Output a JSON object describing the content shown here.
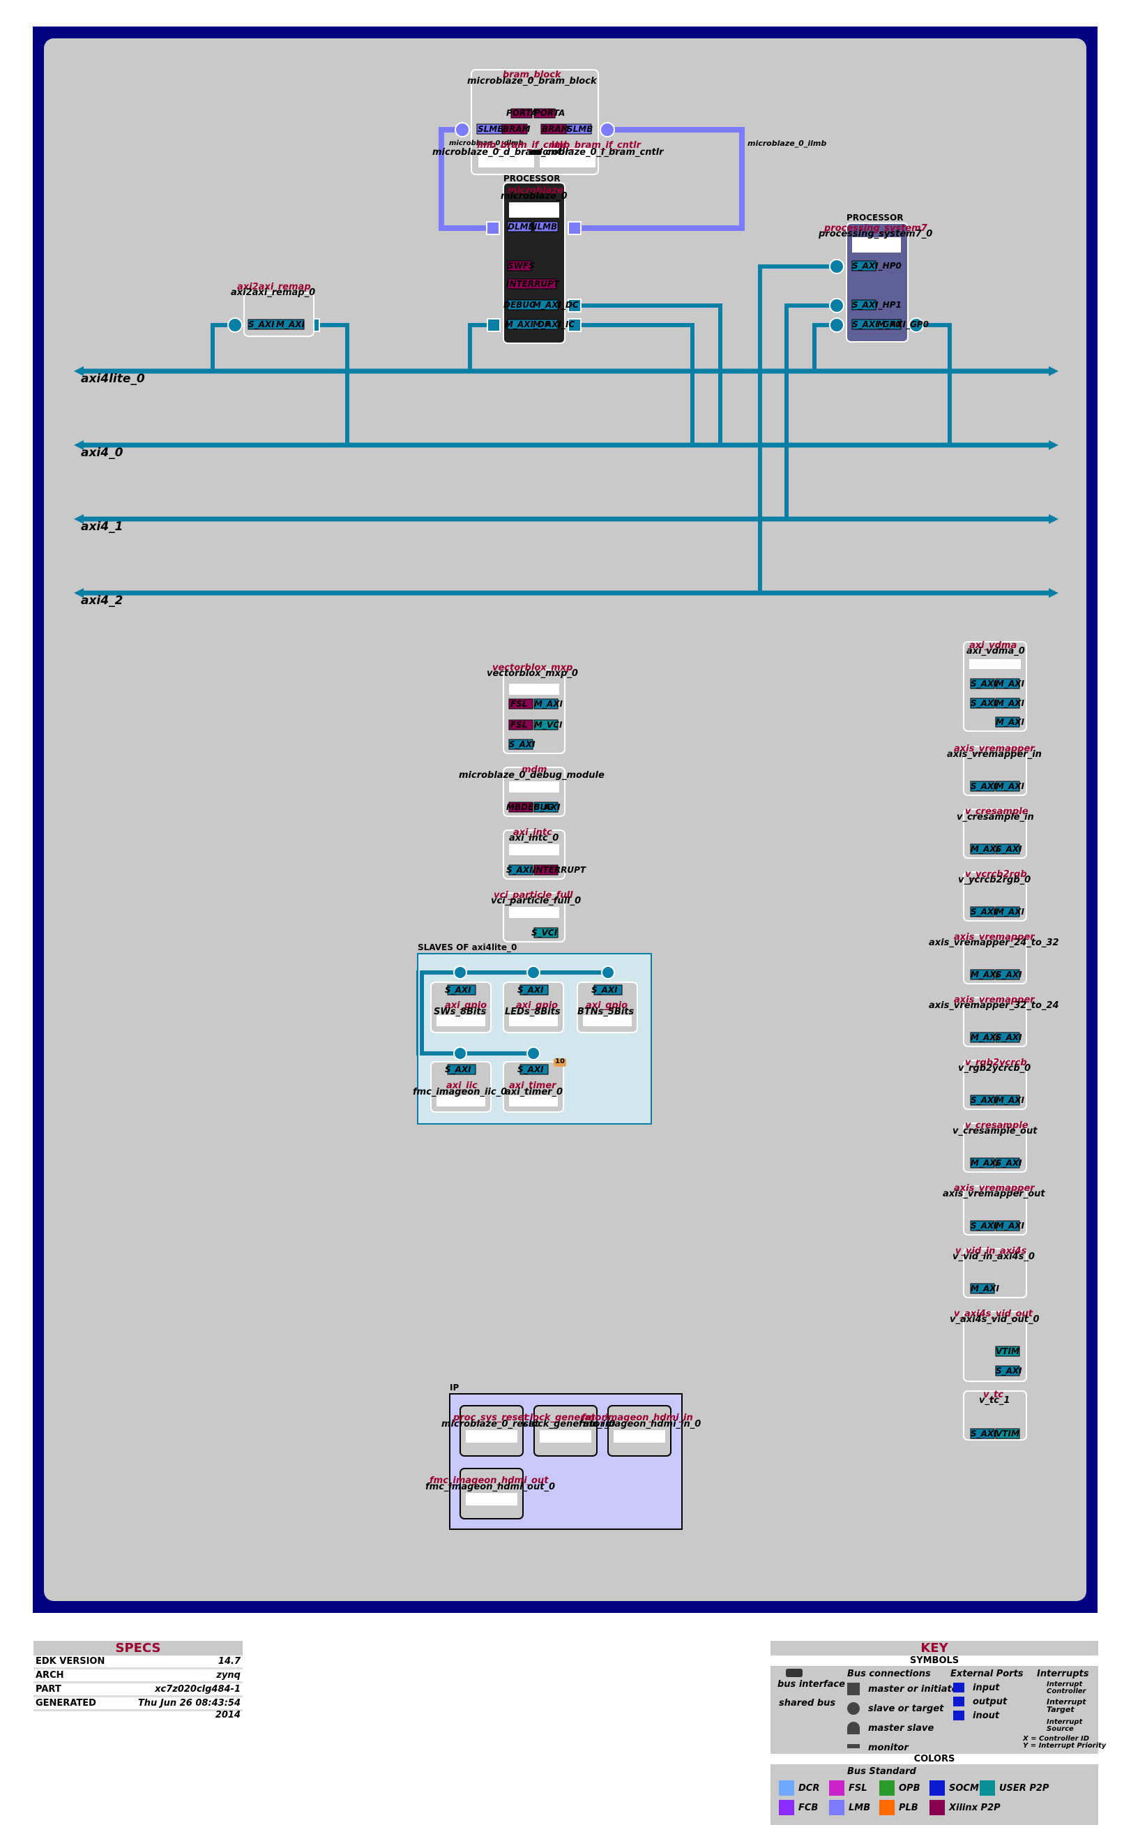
{
  "buses": {
    "axi4lite_0": "axi4lite_0",
    "axi4_0": "axi4_0",
    "axi4_1": "axi4_1",
    "axi4_2": "axi4_2",
    "ilmb": "microblaze_0_ilmb",
    "dlmb": "microblaze_0_dlmb"
  },
  "blocks": {
    "bram_block": {
      "type": "bram_block",
      "name": "microblaze_0_bram_block",
      "ports": [
        "PORTA",
        "PORTA"
      ]
    },
    "d_bram_cntlr": {
      "type": "lmb_bram_if_cntlr",
      "name": "microblaze_0_d_bram_cntlr",
      "ports": [
        "SLMB",
        "BRAM"
      ]
    },
    "i_bram_cntlr": {
      "type": "lmb_bram_if_cntlr",
      "name": "microblaze_0_i_bram_cntlr",
      "ports": [
        "BRAM",
        "SLMB"
      ]
    },
    "microblaze": {
      "header": "PROCESSOR",
      "type": "microblaze",
      "name": "microblaze_0",
      "ports": [
        "DLMB",
        "ILMB",
        "SWFS",
        "INTERRUPT",
        "DEBUG",
        "M_AXI_DC",
        "M_AXI_DP",
        "M_AXI_IC"
      ]
    },
    "ps7": {
      "header": "PROCESSOR",
      "type": "processing_system7",
      "name": "processing_system7_0",
      "ports": [
        "S_AXI_HP0",
        "S_AXI_HP1",
        "S_AXI_GP0",
        "M_AXI_GP0"
      ]
    },
    "remap": {
      "type": "axi2axi_remap",
      "name": "axi2axi_remap_0",
      "ports": [
        "S_AXI",
        "M_AXI"
      ]
    },
    "vectorblox": {
      "type": "vectorblox_mxp",
      "name": "vectorblox_mxp_0",
      "ports": [
        "FSL",
        "M_AXI",
        "FSL",
        "M_VCI",
        "S_AXI"
      ]
    },
    "mdm": {
      "type": "mdm",
      "name": "microblaze_0_debug_module",
      "ports": [
        "MBDEBUG",
        "S_AXI"
      ]
    },
    "intc": {
      "type": "axi_intc",
      "name": "axi_intc_0",
      "ports": [
        "S_AXI",
        "INTERRUPT"
      ]
    },
    "vci": {
      "type": "vci_particle_full",
      "name": "vci_particle_full_0",
      "ports": [
        "S_VCI"
      ]
    }
  },
  "slaves_group": {
    "title": "SLAVES OF axi4lite_0",
    "items": [
      {
        "type": "axi_gpio",
        "name": "SWs_8Bits",
        "port": "S_AXI"
      },
      {
        "type": "axi_gpio",
        "name": "LEDs_8Bits",
        "port": "S_AXI"
      },
      {
        "type": "axi_gpio",
        "name": "BTNs_5Bits",
        "port": "S_AXI"
      },
      {
        "type": "axi_iic",
        "name": "fmc_imageon_iic_0",
        "port": "S_AXI"
      },
      {
        "type": "axi_timer",
        "name": "axi_timer_0",
        "port": "S_AXI",
        "badge": "10"
      }
    ]
  },
  "right_column": [
    {
      "type": "axi_vdma",
      "name": "axi_vdma_0",
      "ports": [
        "S_AXI",
        "M_AXI",
        "S_AXI",
        "M_AXI",
        "M_AXI"
      ]
    },
    {
      "type": "axis_vremapper",
      "name": "axis_vremapper_in",
      "ports": [
        "S_AXI",
        "M_AXI"
      ]
    },
    {
      "type": "v_cresample",
      "name": "v_cresample_in",
      "ports": [
        "M_AXI",
        "S_AXI"
      ]
    },
    {
      "type": "v_ycrcb2rgb",
      "name": "v_ycrcb2rgb_0",
      "ports": [
        "S_AXI",
        "M_AXI"
      ]
    },
    {
      "type": "axis_vremapper",
      "name": "axis_vremapper_24_to_32",
      "ports": [
        "M_AXI",
        "S_AXI"
      ]
    },
    {
      "type": "axis_vremapper",
      "name": "axis_vremapper_32_to_24",
      "ports": [
        "M_AXI",
        "S_AXI"
      ]
    },
    {
      "type": "v_rgb2ycrcb",
      "name": "v_rgb2ycrcb_0",
      "ports": [
        "S_AXI",
        "M_AXI"
      ]
    },
    {
      "type": "v_cresample",
      "name": "v_cresample_out",
      "ports": [
        "M_AXI",
        "S_AXI"
      ]
    },
    {
      "type": "axis_vremapper",
      "name": "axis_vremapper_out",
      "ports": [
        "S_AXI",
        "M_AXI"
      ]
    },
    {
      "type": "v_vid_in_axi4s",
      "name": "v_vid_in_axi4s_0",
      "ports": [
        "M_AXI"
      ]
    },
    {
      "type": "v_axi4s_vid_out",
      "name": "v_axi4s_vid_out_0",
      "ports": [
        "VTIM",
        "S_AXI"
      ]
    },
    {
      "type": "v_tc",
      "name": "v_tc_1",
      "ports": [
        "S_AXI",
        "VTIM"
      ]
    }
  ],
  "ip_group": {
    "title": "IP",
    "items": [
      {
        "type": "proc_sys_reset",
        "name": "microblaze_0_reset"
      },
      {
        "type": "clock_generator",
        "name": "clock_generator_0"
      },
      {
        "type": "fmc_imageon_hdmi_in",
        "name": "fmc_imageon_hdmi_in_0"
      },
      {
        "type": "fmc_imageon_hdmi_out",
        "name": "fmc_imageon_hdmi_out_0"
      }
    ]
  },
  "specs": {
    "title": "SPECS",
    "rows": [
      {
        "k": "EDK VERSION",
        "v": "14.7"
      },
      {
        "k": "ARCH",
        "v": "zynq"
      },
      {
        "k": "PART",
        "v": "xc7z020clg484-1"
      },
      {
        "k": "GENERATED",
        "v": "Thu Jun 26 08:43:54 2014"
      }
    ]
  },
  "key": {
    "title": "KEY",
    "symbols": "SYMBOLS",
    "bus_interface": "bus interface",
    "shared_bus": "shared bus",
    "bus_connections": "Bus connections",
    "master": "master or initiator",
    "slave": "slave or target",
    "master_slave": "master slave",
    "monitor": "monitor",
    "external_ports": "External Ports",
    "input": "input",
    "output": "output",
    "inout": "inout",
    "interrupts": "Interrupts",
    "int_controller": "Interrupt Controller",
    "int_target": "Interrupt Target",
    "int_source": "Interrupt Source",
    "int_note1": "X = Controller ID",
    "int_note2": "Y = Interrupt Priority",
    "colors": "COLORS",
    "bus_standard": "Bus Standard",
    "std": [
      {
        "label": "DCR",
        "color": "#6fa8ff"
      },
      {
        "label": "FSL",
        "color": "#cc22cc"
      },
      {
        "label": "OPB",
        "color": "#2a9a2a"
      },
      {
        "label": "SOCM",
        "color": "#0a1ad0"
      },
      {
        "label": "USER P2P",
        "color": "#089098"
      },
      {
        "label": "FCB",
        "color": "#8a2cff"
      },
      {
        "label": "LMB",
        "color": "#7b7bff"
      },
      {
        "label": "PLB",
        "color": "#ff6a00"
      },
      {
        "label": "Xilinx P2P",
        "color": "#8a0050"
      }
    ]
  },
  "colors": {
    "axi": "#0a7fa6",
    "lmb": "#7b7bff",
    "frame": "#000080",
    "bg": "#c9c9c9",
    "label": "#9b0030"
  }
}
